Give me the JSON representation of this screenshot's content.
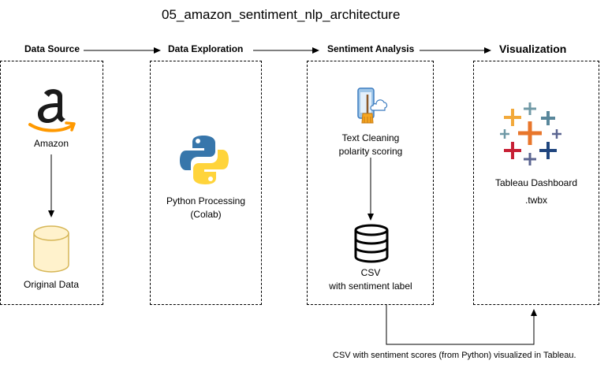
{
  "title": "05_amazon_sentiment_nlp_architecture",
  "stages": [
    {
      "header": "Data Source"
    },
    {
      "header": "Data Exploration"
    },
    {
      "header": "Sentiment Analysis"
    },
    {
      "header": "Visualization"
    }
  ],
  "nodes": {
    "amazon": "Amazon",
    "original_data": "Original Data",
    "python_line1": "Python Processing",
    "python_line2": "(Colab)",
    "cleaning_line1": "Text Cleaning",
    "cleaning_line2": "polarity scoring",
    "csv_line1": "CSV",
    "csv_line2": "with sentiment label",
    "tableau_line1": "Tableau Dashboard",
    "tableau_line2": ".twbx"
  },
  "note": "CSV with sentiment scores (from Python) visualized in Tableau.",
  "icons": [
    "amazon-logo-icon",
    "database-cylinder-icon",
    "python-logo-icon",
    "text-cleaning-icon",
    "csv-database-icon",
    "tableau-logo-icon"
  ],
  "colors": {
    "amazon_orange": "#FF9900",
    "cylinder_fill": "#FFF2CC",
    "cylinder_stroke": "#D6B656",
    "python_blue": "#3776AB",
    "python_yellow": "#FFD43B"
  }
}
